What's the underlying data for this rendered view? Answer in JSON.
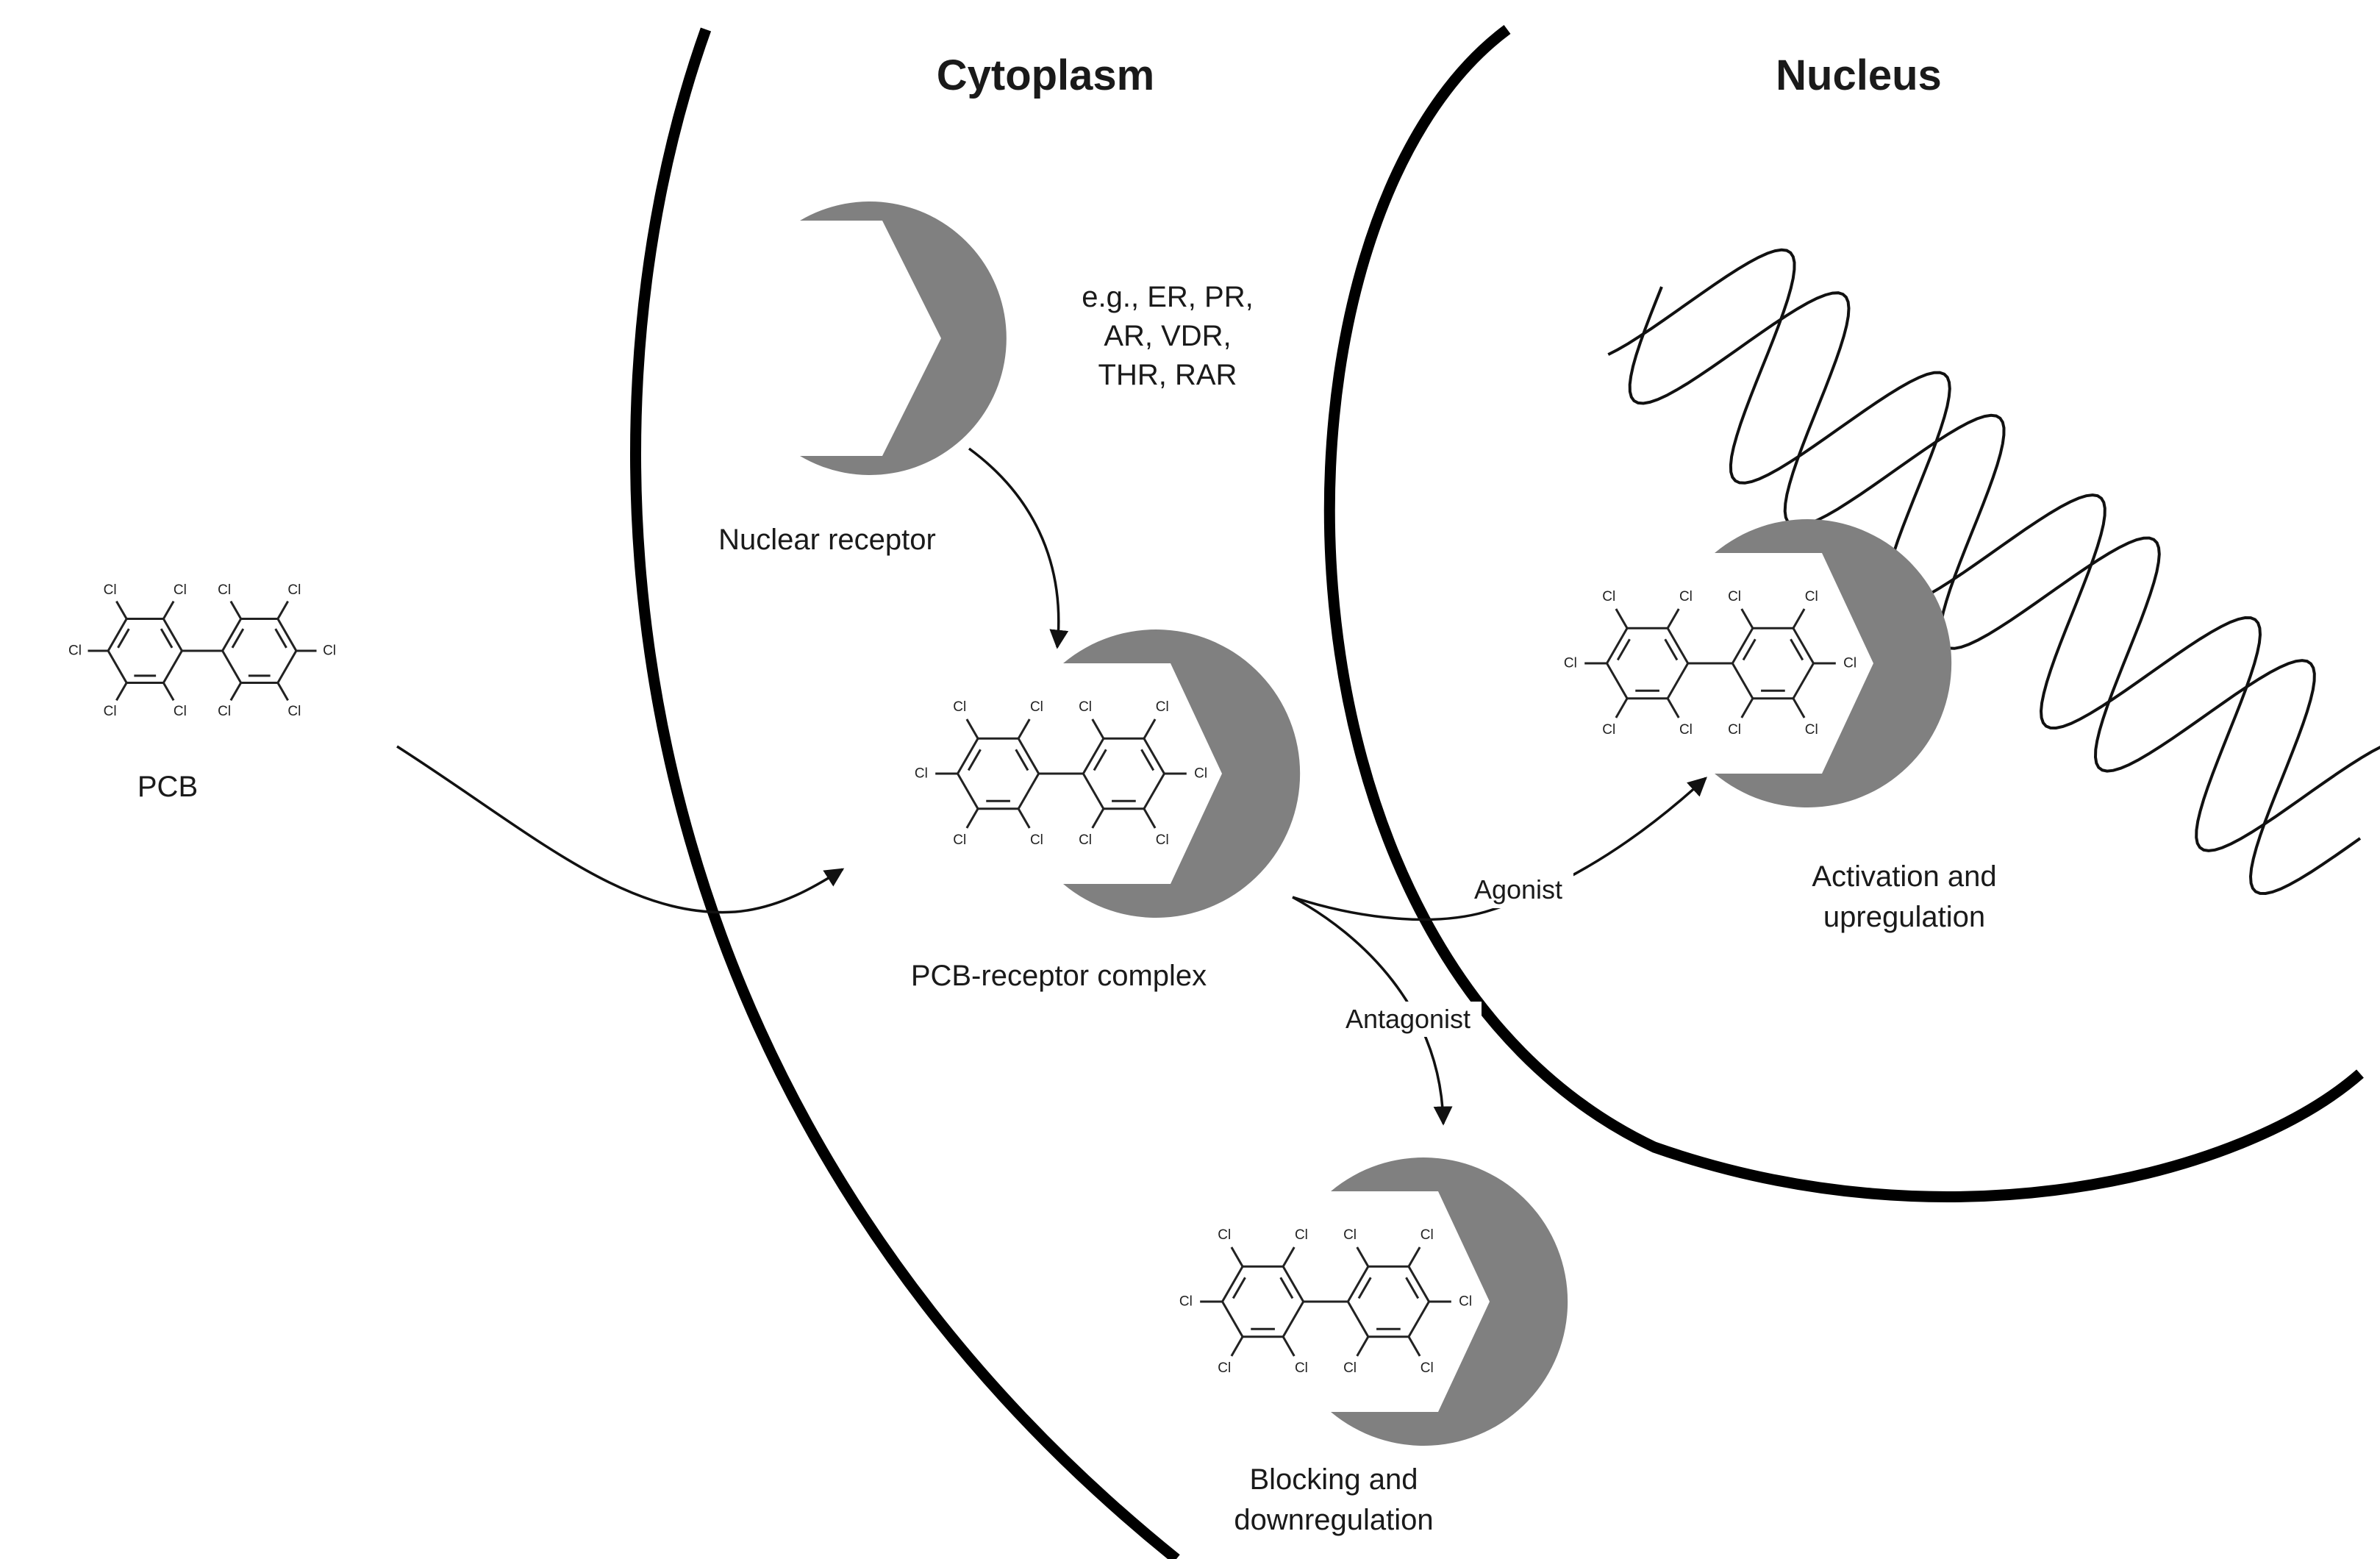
{
  "compartments": {
    "cytoplasm": "Cytoplasm",
    "nucleus": "Nucleus"
  },
  "labels": {
    "pcb": "PCB",
    "nuclear_receptor": "Nuclear receptor",
    "receptor_examples": [
      "e.g., ER, PR,",
      "AR, VDR,",
      "THR, RAR"
    ],
    "complex": "PCB-receptor complex",
    "agonist": "Agonist",
    "antagonist": "Antagonist",
    "activation": [
      "Activation and",
      "upregulation"
    ],
    "blocking": [
      "Blocking and",
      "downregulation"
    ]
  },
  "chlorine_symbol": "Cl",
  "colors": {
    "receptor_fill": "#808080",
    "membrane": "#000000",
    "background": "#ffffff"
  }
}
